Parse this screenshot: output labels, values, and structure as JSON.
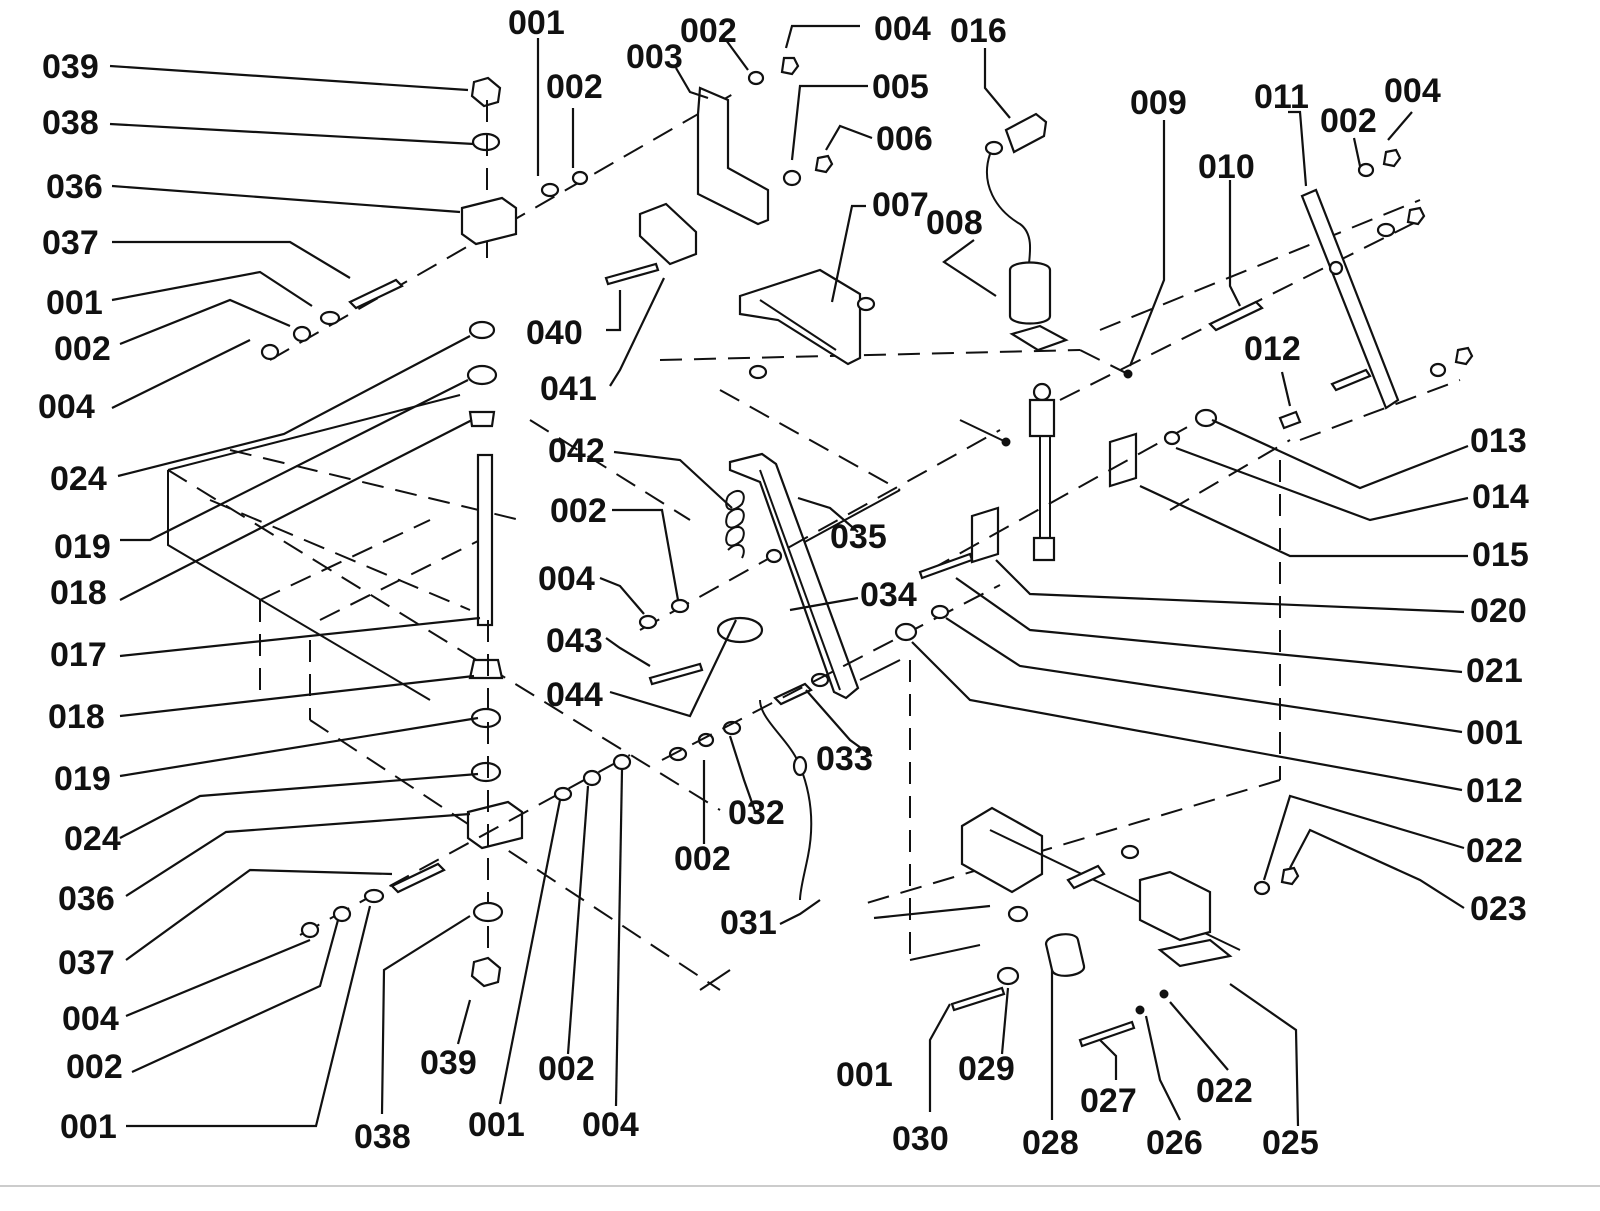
{
  "callouts": {
    "c001a": "001",
    "c002a": "002",
    "c004a": "004",
    "c016": "016",
    "c039a": "039",
    "c003": "003",
    "c002b": "002",
    "c005": "005",
    "c038a": "038",
    "c006": "006",
    "c009": "009",
    "c011": "011",
    "c004b": "004",
    "c036a": "036",
    "c007": "007",
    "c008": "008",
    "c002c": "002",
    "c010": "010",
    "c037a": "037",
    "c001b": "001",
    "c002d": "002",
    "c040": "040",
    "c041": "041",
    "c004c": "004",
    "c012a": "012",
    "c013": "013",
    "c024a": "024",
    "c042": "042",
    "c014": "014",
    "c002e": "002",
    "c035": "035",
    "c019a": "019",
    "c015": "015",
    "c004d": "004",
    "c018a": "018",
    "c034": "034",
    "c020": "020",
    "c043": "043",
    "c017": "017",
    "c021": "021",
    "c044": "044",
    "c018b": "018",
    "c001c": "001",
    "c033": "033",
    "c019b": "019",
    "c012b": "012",
    "c032": "032",
    "c024b": "024",
    "c002f": "002",
    "c022a": "022",
    "c036b": "036",
    "c023": "023",
    "c031": "031",
    "c037b": "037",
    "c004e": "004",
    "c001d": "001",
    "c029": "029",
    "c002g": "002",
    "c039b": "039",
    "c002h": "002",
    "c027": "027",
    "c022b": "022",
    "c001e": "001",
    "c001f": "001",
    "c004f": "004",
    "c038b": "038",
    "c030": "030",
    "c028": "028",
    "c026": "026",
    "c025": "025"
  }
}
